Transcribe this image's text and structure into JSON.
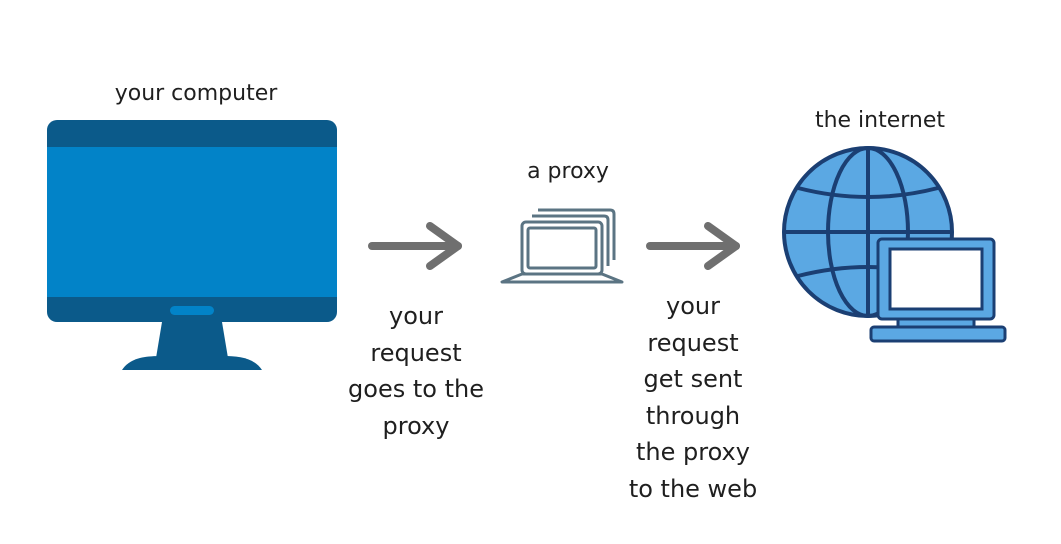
{
  "computer": {
    "label": "your computer"
  },
  "proxy": {
    "label": "a proxy"
  },
  "internet": {
    "label": "the internet"
  },
  "step1": {
    "lines": [
      "your",
      "request",
      "goes to the",
      "proxy"
    ]
  },
  "step2": {
    "lines": [
      "your",
      "request",
      "get sent",
      "through",
      "the proxy",
      "to the web"
    ]
  },
  "colors": {
    "monitor_frame": "#0b5a8a",
    "monitor_screen": "#0283c8",
    "monitor_stand": "#0b5a8a",
    "arrow": "#6f6f6f",
    "proxy_outline": "#5b7483",
    "globe_fill": "#5ba8e3",
    "globe_stroke": "#1b3f73",
    "laptop_fill": "#5ba8e3",
    "laptop_screen": "#ffffff"
  },
  "icons": [
    "desktop-monitor-icon",
    "arrow-right-icon",
    "proxy-laptop-icon",
    "globe-icon",
    "laptop-icon"
  ]
}
